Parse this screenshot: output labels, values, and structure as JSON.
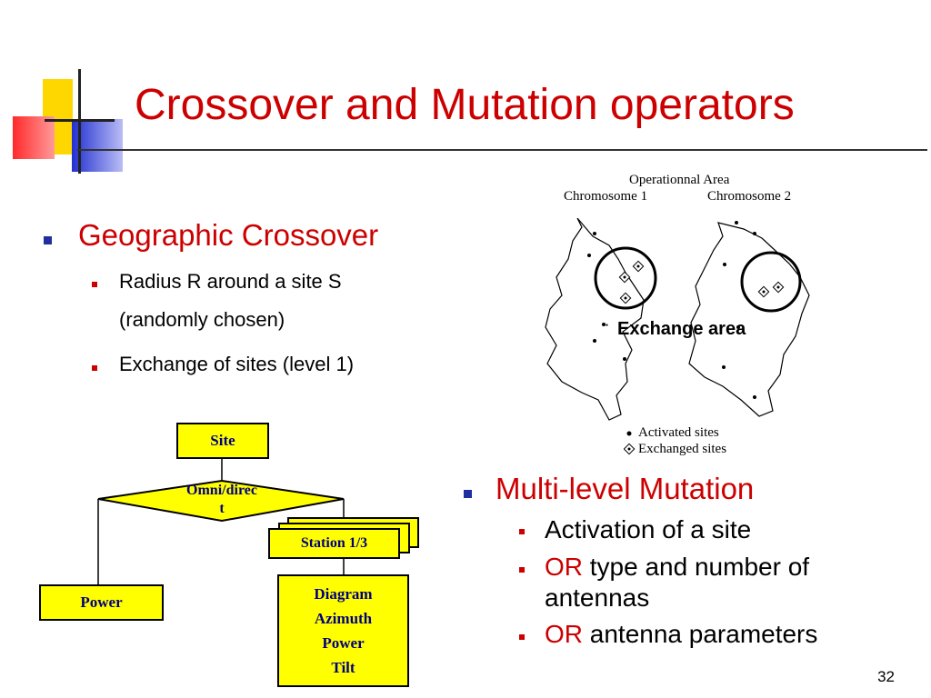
{
  "slide": {
    "title": "Crossover and Mutation operators",
    "page_number": "32"
  },
  "left_section": {
    "heading": "Geographic Crossover",
    "items": [
      {
        "line1": "Radius R around a site S",
        "line2": "(randomly chosen)"
      },
      {
        "line1": "Exchange of sites (level 1)"
      }
    ]
  },
  "right_section": {
    "heading": "Multi-level Mutation",
    "items": [
      {
        "text": "Activation of a site"
      },
      {
        "prefix": "OR",
        "text": " type and number of",
        "cont": "antennas"
      },
      {
        "prefix": "OR",
        "text": " antenna parameters"
      }
    ]
  },
  "flowchart": {
    "site": "Site",
    "decision_line1": "Omni/direc",
    "decision_line2": "t",
    "station": "Station 1/3",
    "power": "Power",
    "params": [
      "Diagram",
      "Azimuth",
      "Power",
      "Tilt"
    ]
  },
  "map_figure": {
    "title": "Operationnal Area",
    "chromosome1": "Chromosome 1",
    "chromosome2": "Chromosome 2",
    "exchange_label": "Exchange area",
    "legend_activated": "Activated sites",
    "legend_exchanged": "Exchanged sites"
  }
}
